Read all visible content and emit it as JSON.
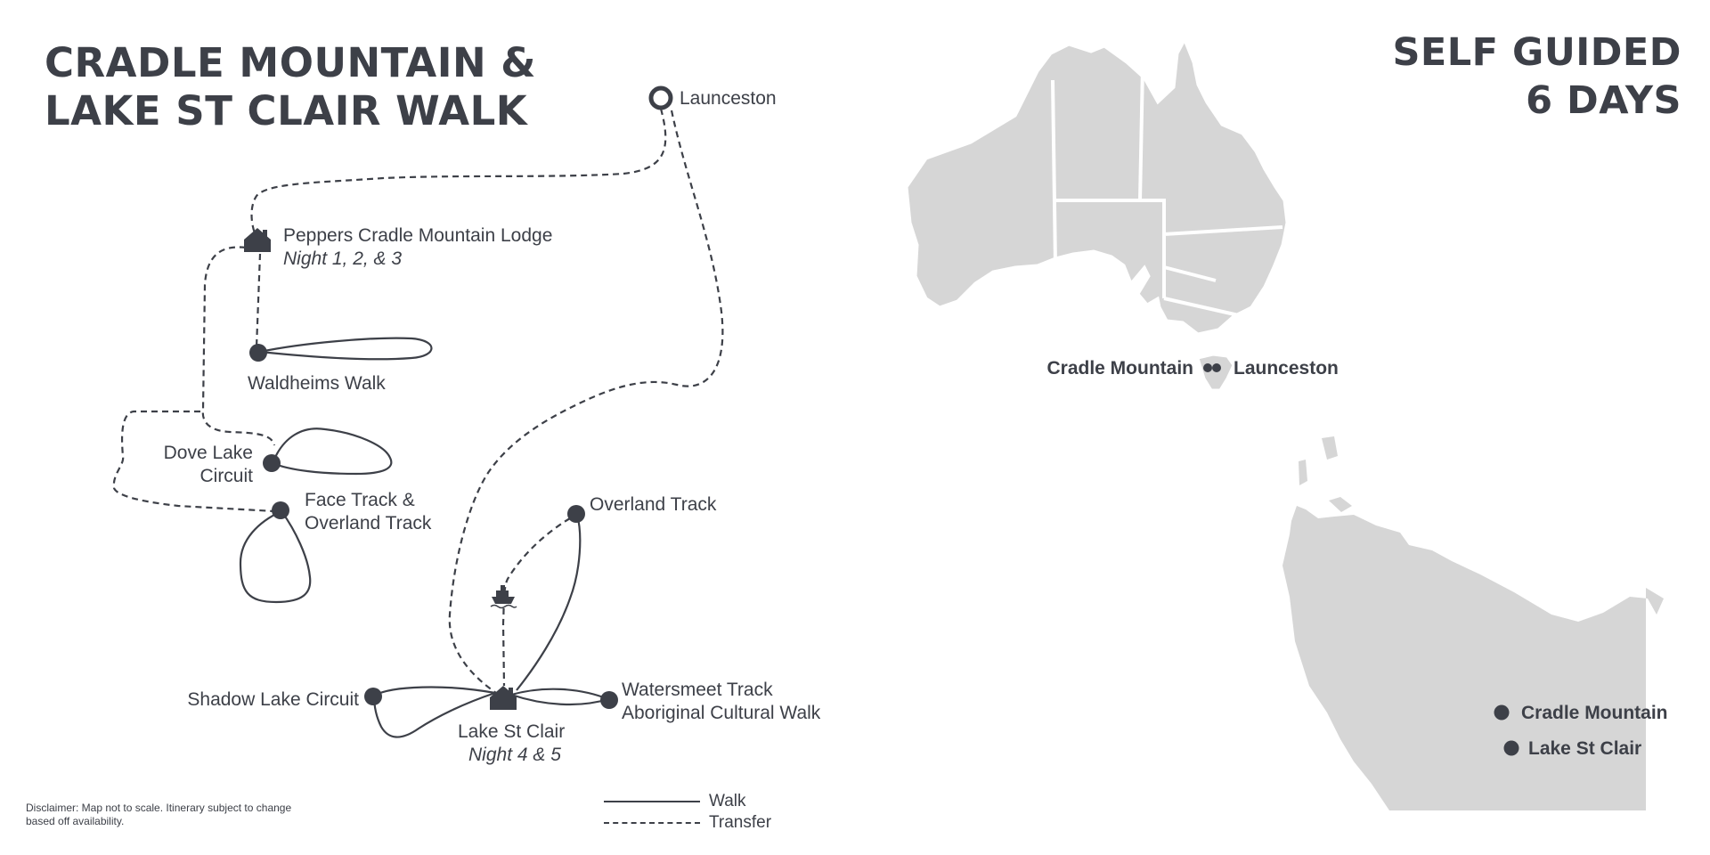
{
  "title": {
    "line1": "CRADLE MOUNTAIN &",
    "line2": "LAKE ST CLAIR WALK"
  },
  "badge": {
    "line1": "SELF GUIDED",
    "line2": "6 DAYS"
  },
  "places": {
    "launceston": "Launceston",
    "peppers_lodge": "Peppers Cradle Mountain Lodge",
    "peppers_nights": "Night 1, 2, & 3",
    "waldheims": "Waldheims Walk",
    "dove_lake_1": "Dove Lake",
    "dove_lake_2": "Circuit",
    "face_track_1": "Face Track &",
    "face_track_2": "Overland Track",
    "overland_track": "Overland Track",
    "shadow_lake": "Shadow Lake Circuit",
    "lake_st_clair": "Lake St Clair",
    "lake_st_clair_nights": "Night 4 & 5",
    "watersmeet_1": "Watersmeet Track",
    "watersmeet_2": "Aboriginal Cultural Walk"
  },
  "overview_map": {
    "cradle_mountain": "Cradle Mountain",
    "launceston": "Launceston"
  },
  "inset_map": {
    "cradle_mountain": "Cradle Mountain",
    "lake_st_clair": "Lake St Clair"
  },
  "legend": {
    "walk": "Walk",
    "transfer": "Transfer"
  },
  "disclaimer": "Disclaimer: Map not to scale. Itinerary subject to change based off availability.",
  "colors": {
    "ink": "#3d4048",
    "land": "#d6d6d6",
    "background": "#ffffff"
  },
  "icons": [
    "lodge-icon",
    "ferry-icon",
    "location-dot-icon",
    "launceston-ring-icon"
  ]
}
